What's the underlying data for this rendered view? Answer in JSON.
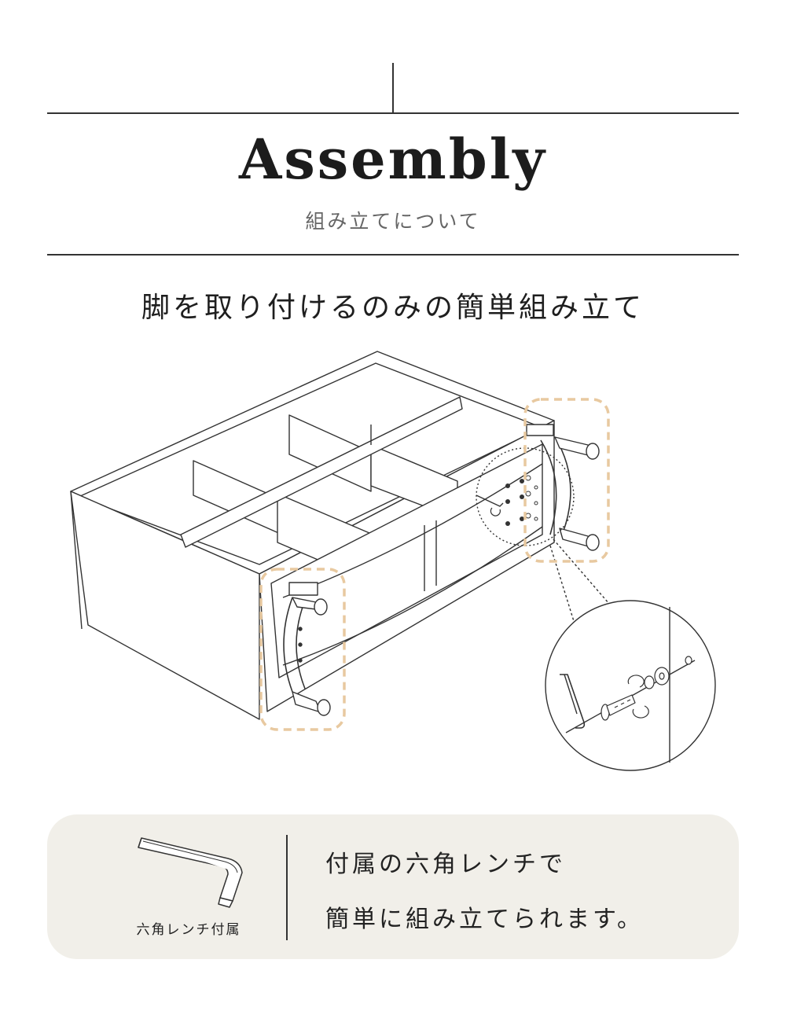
{
  "header": {
    "title": "Assembly",
    "subtitle": "組み立てについて"
  },
  "headline": "脚を取り付けるのみの簡単組み立て",
  "colors": {
    "line": "#333333",
    "highlight": "#e8c9a0",
    "box_background": "#f1efe9",
    "subtitle": "#666666"
  },
  "info_box": {
    "icon": "hex-wrench-icon",
    "wrench_caption": "六角レンチ付属",
    "lines": [
      "付属の六角レンチで",
      "簡単に組み立てられます。"
    ]
  }
}
